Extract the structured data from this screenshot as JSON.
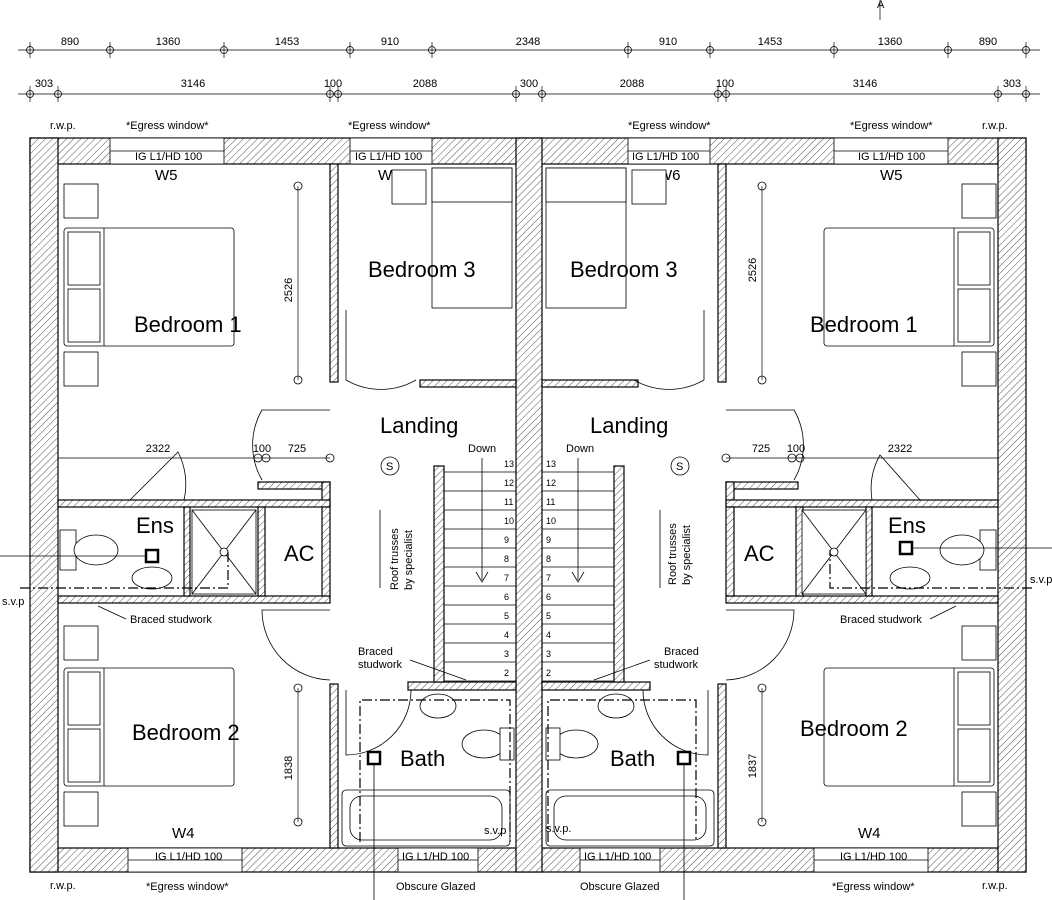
{
  "rooms": {
    "bedroom1": "Bedroom 1",
    "bedroom2": "Bedroom 2",
    "bedroom3": "Bedroom 3",
    "landing": "Landing",
    "ens": "Ens",
    "ac": "AC",
    "bath": "Bath"
  },
  "dims_top": [
    "890",
    "1360",
    "1453",
    "910",
    "2348",
    "910",
    "1453",
    "1360",
    "890"
  ],
  "dims_second": [
    "303",
    "3146",
    "100",
    "2088",
    "300",
    "2088",
    "100",
    "3146",
    "303"
  ],
  "dims_internal": {
    "bed1_depth": "2526",
    "bed2_depth_left": "1838",
    "bed2_depth_right": "1837",
    "ens_width": "2322",
    "stud_100": "100",
    "landing_725": "725"
  },
  "windows": {
    "w5": "W5",
    "w6": "W6",
    "w4": "W4",
    "w3": "W3",
    "glazing": "IG L1/HD 100",
    "egress": "*Egress window*",
    "obscure": "Obscure Glazed"
  },
  "notes": {
    "rwp": "r.w.p.",
    "svp": "s.v.p",
    "svp_dot": "s.v.p.",
    "braced_studwork": "Braced studwork",
    "braced": "Braced",
    "studwork": "studwork",
    "down": "Down",
    "roof_trusses_1": "Roof trusses",
    "roof_trusses_2": "by specialist",
    "smoke": "S",
    "section_a": "A"
  },
  "stair_steps": [
    "13",
    "12",
    "11",
    "10",
    "9",
    "8",
    "7",
    "6",
    "5",
    "4",
    "3",
    "2"
  ]
}
